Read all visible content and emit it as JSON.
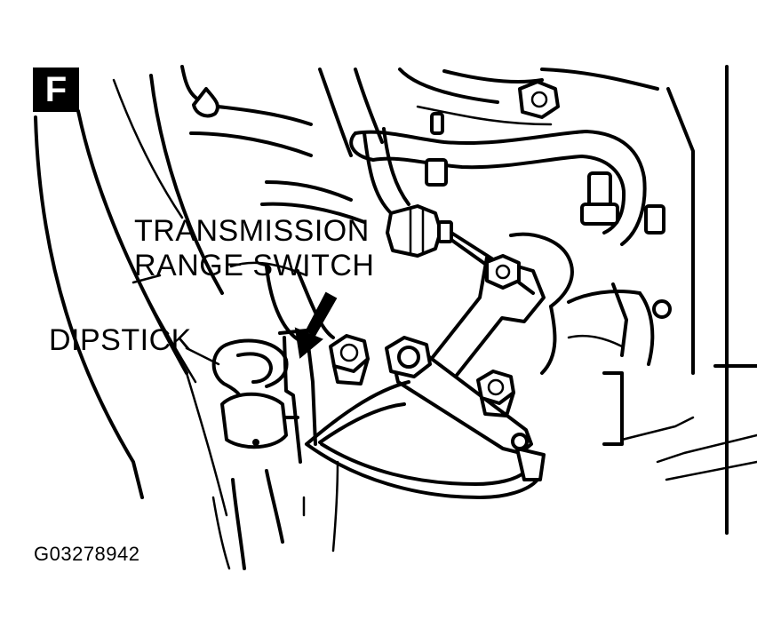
{
  "figure": {
    "panel_letter": "F",
    "figure_id": "G03278942"
  },
  "labels": {
    "transmission_range_switch_line1": "TRANSMISSION",
    "transmission_range_switch_line2": "RANGE SWITCH",
    "dipstick": "DIPSTICK"
  },
  "colors": {
    "ink": "#000000",
    "paper": "#ffffff"
  }
}
